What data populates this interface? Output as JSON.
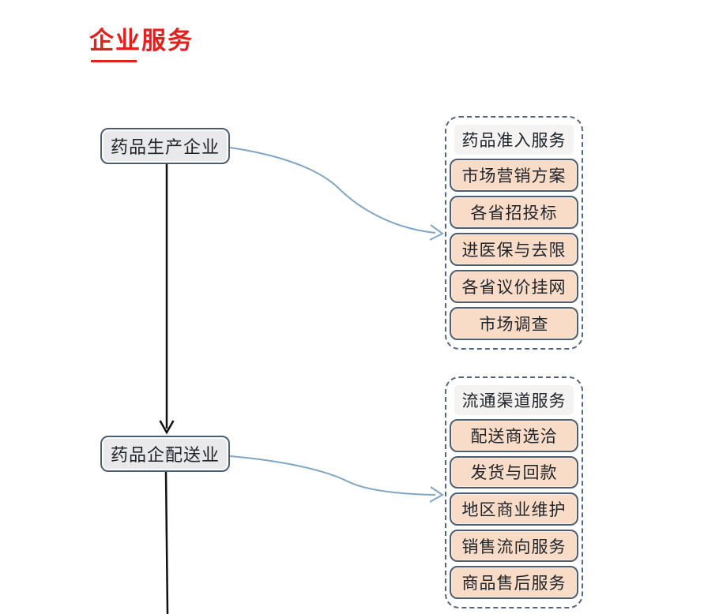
{
  "title": {
    "text": "企业服务"
  },
  "nodes": [
    {
      "id": "pharma-manufacturer",
      "label": "药品生产企业"
    },
    {
      "id": "pharma-distributor",
      "label": "药品企配送业"
    }
  ],
  "groups": [
    {
      "id": "market-access-services",
      "header": "药品准入服务",
      "items": [
        "市场营销方案",
        "各省招投标",
        "进医保与去限",
        "各省议价挂网",
        "市场调查"
      ]
    },
    {
      "id": "distribution-channel-services",
      "header": "流通渠道服务",
      "items": [
        "配送商选洽",
        "发货与回款",
        "地区商业维护",
        "销售流向服务",
        "商品售后服务"
      ]
    }
  ],
  "colors": {
    "title_red": "#e3201b",
    "node_fill": "#e9e9eb",
    "node_border": "#4d5e72",
    "item_fill": "#f9dcc7",
    "group_header_fill": "#f4f3f1",
    "dashed_border": "#54667c",
    "arrow_blue": "#7fa5c5",
    "line_black": "#111111",
    "text": "#20252b"
  }
}
